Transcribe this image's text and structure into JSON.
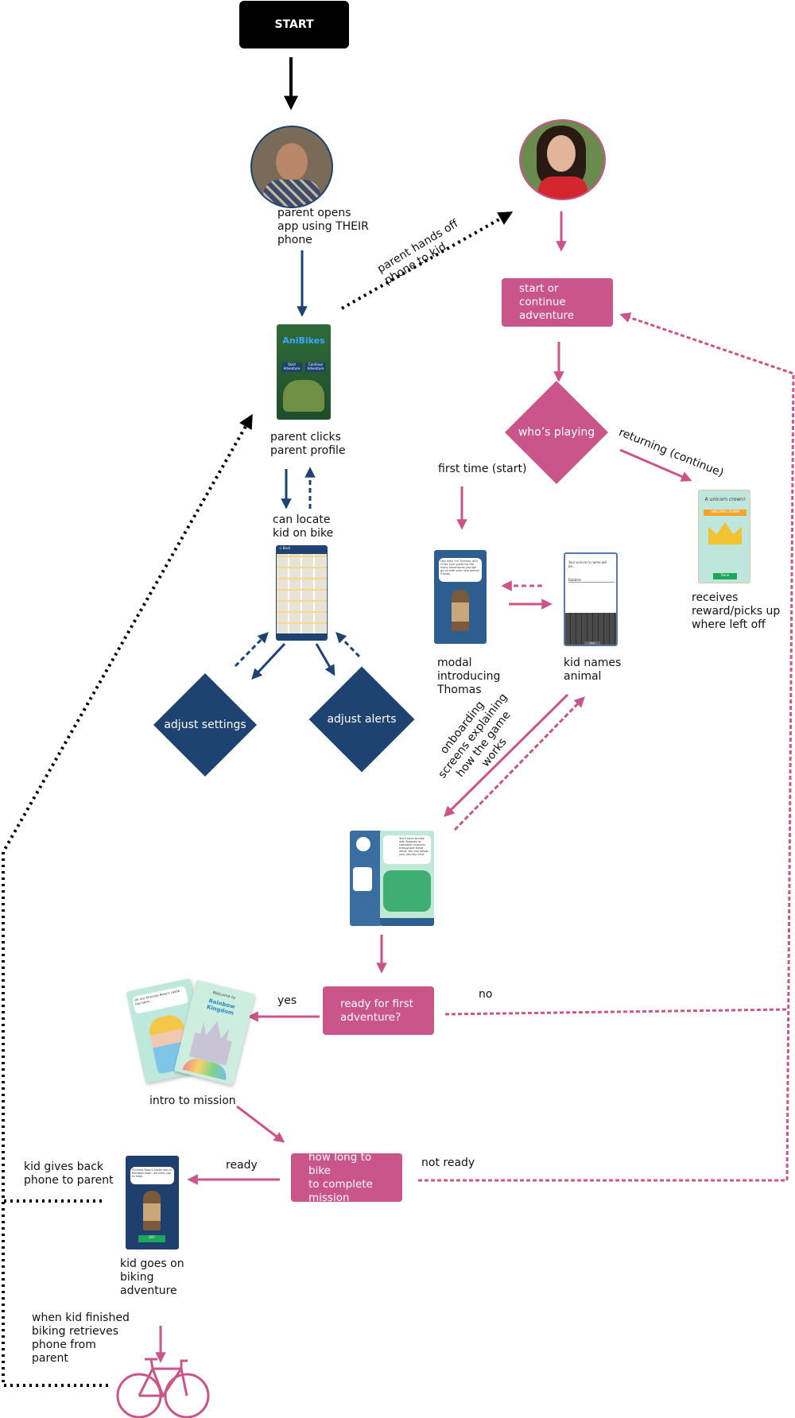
{
  "nodes": {
    "start": "START",
    "parent_opens": "parent opens\napp using THEIR\nphone",
    "parent_hands_off": "parent hands off\nphone to kid",
    "parent_clicks": "parent clicks\nparent profile",
    "can_locate": "can locate\nkid on bike",
    "adjust_settings": "adjust settings",
    "adjust_alerts": "adjust alerts",
    "start_or_continue": "start or continue\nadventure",
    "whos_playing": "who’s playing",
    "first_time": "first time (start)",
    "returning": "returning (continue)",
    "receives_reward": "receives\nreward/picks up\nwhere left off",
    "modal_thomas": "modal\nintroducing\nThomas",
    "kid_names": "kid names\nanimal",
    "onboarding": "onboarding\nscreens explaining\nhow the game\nworks",
    "ready_first": "ready for first\nadventure?",
    "yes": "yes",
    "no": "no",
    "intro_mission": "intro to mission",
    "how_long": "how long to bike\nto complete\nmission",
    "ready": "ready",
    "not_ready": "not ready",
    "kid_gives_back": "kid gives back\nphone to parent",
    "kid_goes": "kid goes on\nbiking\nadventure",
    "when_finished": "when kid finished\nbiking retrieves\nphone from\nparent"
  },
  "screens": {
    "app_name": "AniBikes",
    "start_btn": "Start Adventure",
    "continue_btn": "Continue Adventure",
    "map_header": "< Back",
    "thomas_bubble": "Hey kids! I'm Thomas, and I'll be your guide for the many adventures you will go on with your new animal friends.",
    "name_prompt": "Your unicorn's name will be...",
    "name_value": "Bubbles",
    "keyboard_next": "Next",
    "unicorn_crown": "A unicorn crown!",
    "reward_banner": "UNICORN CROWN",
    "reward_btn": "Done",
    "onboard_bubble": "You'll have to bike with Bubbles to complete missions throughout these lands. You can follow your journey here.",
    "card_front_text": "Oh no! Princess Rosy's castle has been...",
    "card_back_text": "Welcome to",
    "card_title": "Rainbow Kingdom",
    "mission_bubble": "Princess Rosy's castle was in Rainbow town, we need you to help!",
    "mission_btn": "GO!"
  },
  "colors": {
    "navy": "#1f4370",
    "pink": "#c9558a",
    "black": "#000000"
  }
}
